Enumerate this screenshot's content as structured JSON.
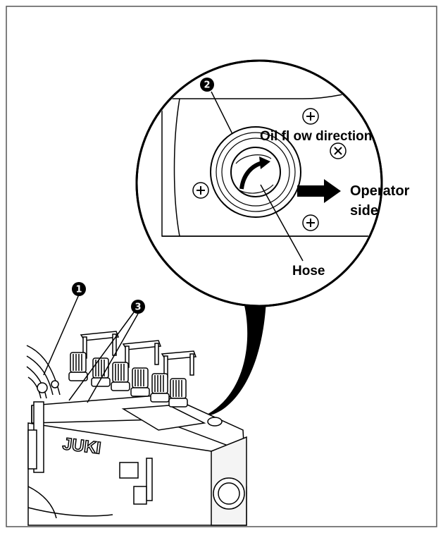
{
  "labels": {
    "oil_flow": "Oil fl ow direction",
    "operator_line1": "Operator",
    "operator_line2": "side",
    "hose": "Hose",
    "brand": "JUKI"
  },
  "callouts": {
    "c1": "1",
    "c2": "2",
    "c3": "3"
  },
  "colors": {
    "ink": "#000000",
    "paper": "#ffffff",
    "frame": "#555555"
  }
}
